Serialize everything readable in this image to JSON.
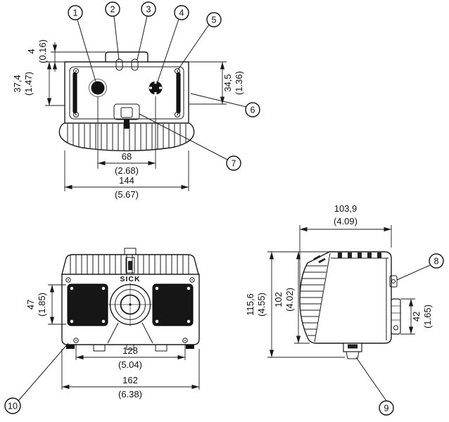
{
  "front": {
    "brand": "SICK",
    "d47mm": "47",
    "d47in": "(1.85)",
    "d128mm": "128",
    "d128in": "(5.04)",
    "d162mm": "162",
    "d162in": "(6.38)"
  },
  "top": {
    "d4mm": "4",
    "d4in": "(0.16)",
    "d37mm": "37,4",
    "d37in": "(1.47)",
    "d34mm": "34,5",
    "d34in": "(1.36)",
    "d68mm": "68",
    "d68in": "(2.68)",
    "d144mm": "144",
    "d144in": "(5.67)"
  },
  "side": {
    "d103mm": "103,9",
    "d103in": "(4.09)",
    "d115mm": "115,6",
    "d115in": "(4.55)",
    "d102mm": "102",
    "d102in": "(4.02)",
    "d42mm": "42",
    "d42in": "(1.65)"
  },
  "callouts": {
    "c1": "1",
    "c2": "2",
    "c3": "3",
    "c4": "4",
    "c5": "5",
    "c6": "6",
    "c7": "7",
    "c8": "8",
    "c9": "9",
    "c10": "10"
  }
}
